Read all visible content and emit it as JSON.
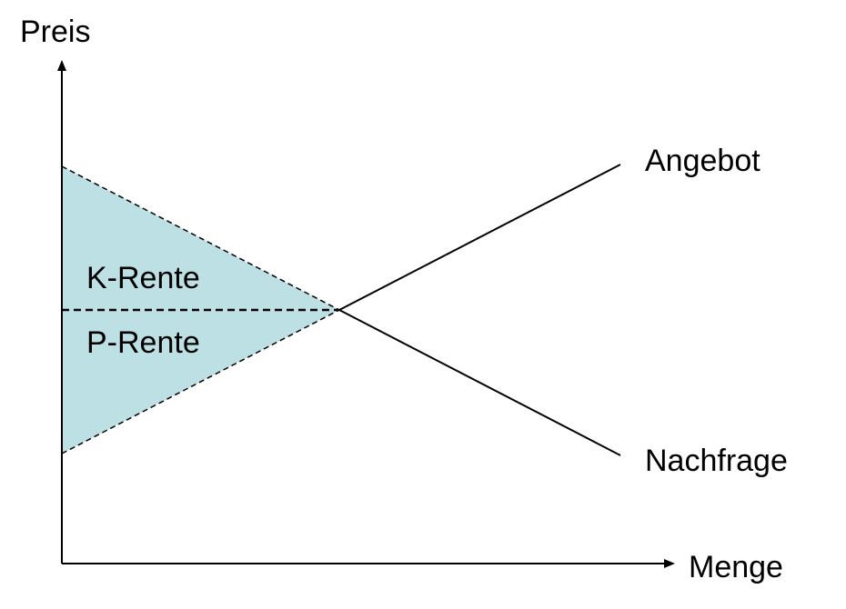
{
  "labels": {
    "y_axis": "Preis",
    "x_axis": "Menge",
    "supply": "Angebot",
    "demand": "Nachfrage",
    "consumer_surplus": "K-Rente",
    "producer_surplus": "P-Rente"
  },
  "colors": {
    "surplus_fill": "#BDE0E4",
    "line": "#000000",
    "background": "#FFFFFF"
  }
}
